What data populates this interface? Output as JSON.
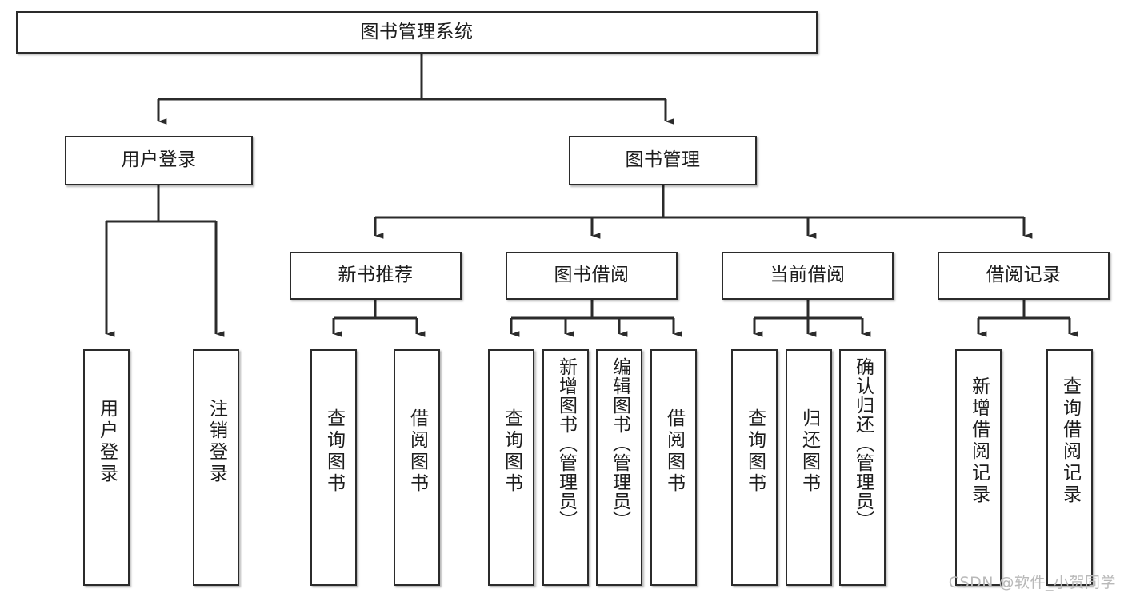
{
  "diagram": {
    "title": "图书管理系统",
    "type": "tree",
    "watermark": "CSDN @软件_小贺同学",
    "colors": {
      "node_border": "#2b2b2b",
      "node_fill": "#ffffff",
      "edge": "#2b2b2b",
      "text": "#1d1d1d",
      "watermark": "#b9b9b9"
    },
    "levels": {
      "root": {
        "id": "root",
        "label": "图书管理系统",
        "orientation": "horizontal"
      },
      "level2": [
        {
          "id": "user-login",
          "label": "用户登录",
          "orientation": "horizontal"
        },
        {
          "id": "book-manage",
          "label": "图书管理",
          "orientation": "horizontal"
        }
      ],
      "level3": [
        {
          "id": "new-book-rec",
          "label": "新书推荐",
          "orientation": "horizontal",
          "parent": "book-manage"
        },
        {
          "id": "book-borrow",
          "label": "图书借阅",
          "orientation": "horizontal",
          "parent": "book-manage"
        },
        {
          "id": "current-borrow",
          "label": "当前借阅",
          "orientation": "horizontal",
          "parent": "book-manage"
        },
        {
          "id": "borrow-record",
          "label": "借阅记录",
          "orientation": "horizontal",
          "parent": "book-manage"
        }
      ],
      "leaves": [
        {
          "id": "leaf-user-login",
          "label": "用户登录",
          "orientation": "vertical",
          "parent": "user-login"
        },
        {
          "id": "leaf-logout-login",
          "label": "注销登录",
          "orientation": "vertical",
          "parent": "user-login"
        },
        {
          "id": "leaf-query-book-1",
          "label": "查询图书",
          "orientation": "vertical",
          "parent": "new-book-rec"
        },
        {
          "id": "leaf-borrow-book-1",
          "label": "借阅图书",
          "orientation": "vertical",
          "parent": "new-book-rec"
        },
        {
          "id": "leaf-query-book-2",
          "label": "查询图书",
          "orientation": "vertical",
          "parent": "book-borrow"
        },
        {
          "id": "leaf-add-book",
          "label": "新增图书（管理员）",
          "orientation": "vertical",
          "parent": "book-borrow"
        },
        {
          "id": "leaf-edit-book",
          "label": "编辑图书（管理员）",
          "orientation": "vertical",
          "parent": "book-borrow"
        },
        {
          "id": "leaf-borrow-book-2",
          "label": "借阅图书",
          "orientation": "vertical",
          "parent": "book-borrow"
        },
        {
          "id": "leaf-query-book-3",
          "label": "查询图书",
          "orientation": "vertical",
          "parent": "current-borrow"
        },
        {
          "id": "leaf-return-book",
          "label": "归还图书",
          "orientation": "vertical",
          "parent": "current-borrow"
        },
        {
          "id": "leaf-confirm-return",
          "label": "确认归还（管理员）",
          "orientation": "vertical",
          "parent": "current-borrow"
        },
        {
          "id": "leaf-add-record",
          "label": "新增借阅记录",
          "orientation": "vertical",
          "parent": "borrow-record"
        },
        {
          "id": "leaf-query-record",
          "label": "查询借阅记录",
          "orientation": "vertical",
          "parent": "borrow-record"
        }
      ]
    }
  }
}
